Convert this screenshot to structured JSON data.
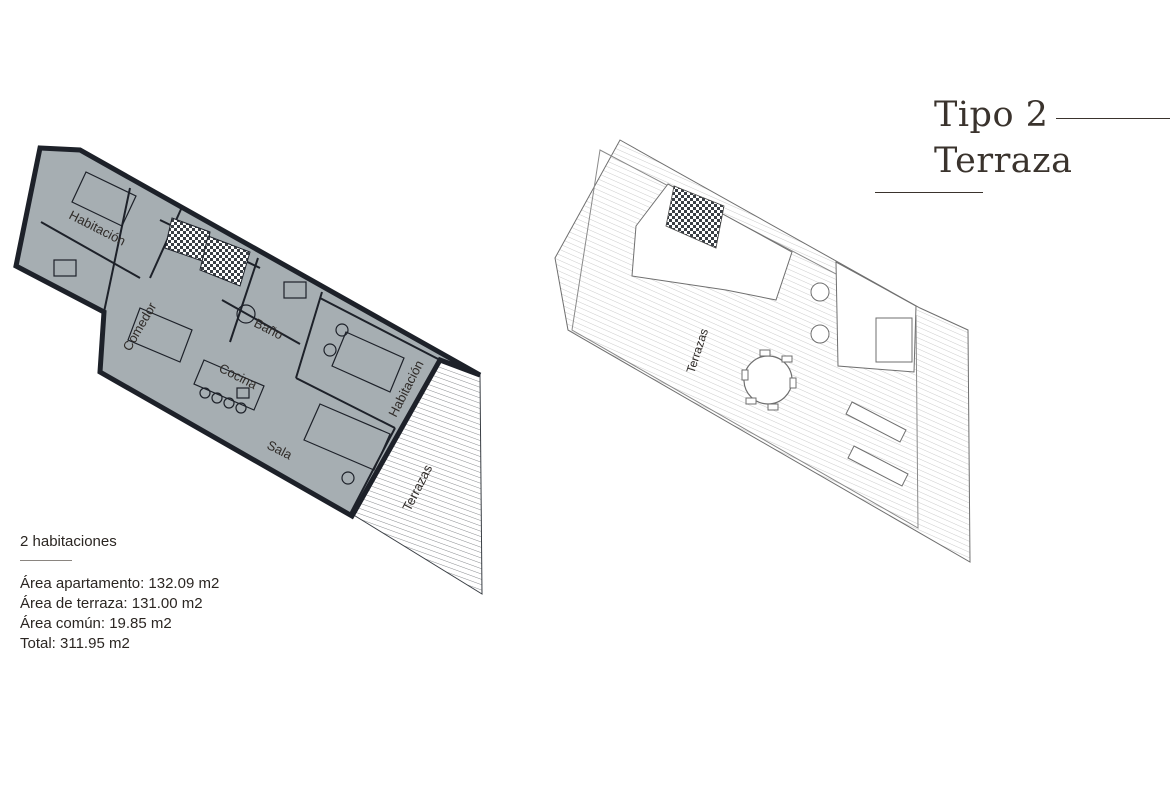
{
  "title": {
    "line1": "Tipo 2",
    "line2": "Terraza"
  },
  "info": {
    "bedrooms": "2 habitaciones",
    "rows": [
      "Área apartamento: 132.09 m2",
      "Área de terraza: 131.00 m2",
      "Área común: 19.85 m2",
      "Total: 311.95 m2"
    ]
  },
  "plan": {
    "labels": {
      "bedroom_left": "Habitación",
      "bedroom_right": "Habitación",
      "dining": "Comedor",
      "bath": "Baño",
      "kitchen": "Cocina",
      "living": "Sala",
      "terrace": "Terrazas"
    },
    "colors": {
      "floor": "#a6aeb2",
      "wall": "#1d2129"
    }
  },
  "rooftop": {
    "labels": {
      "terrace": "Terrazas"
    }
  }
}
